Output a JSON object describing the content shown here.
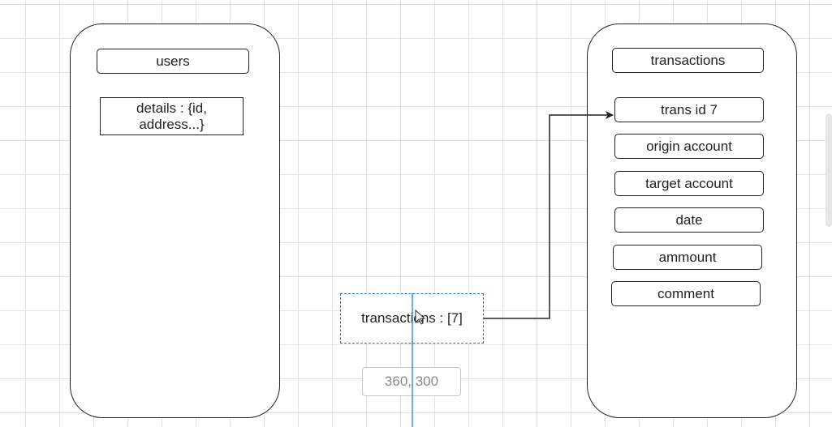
{
  "users": {
    "title": "users",
    "details": "details : {id, address...}"
  },
  "transactions_table": {
    "title": "transactions",
    "fields": [
      "trans id 7",
      "origin account",
      "target account",
      "date",
      "ammount",
      "comment"
    ]
  },
  "selected_node": {
    "label": "transactions : [7]"
  },
  "position_readout": "360, 300",
  "colors": {
    "selection": "#1a73c9",
    "stroke": "#222222",
    "grid": "#e3e3e3"
  }
}
